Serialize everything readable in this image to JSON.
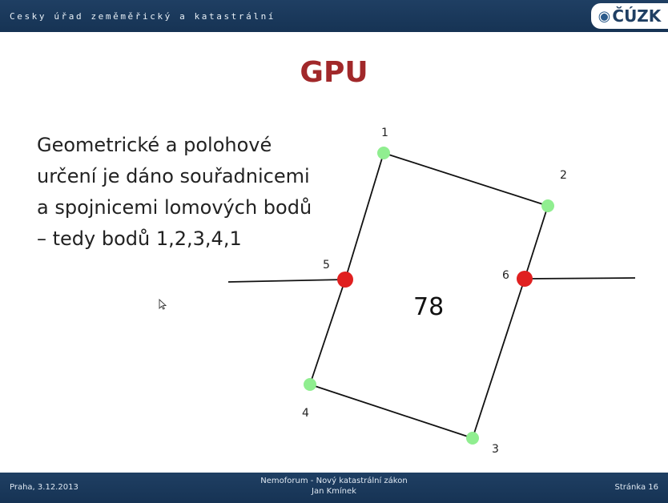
{
  "header": {
    "title": "Cesky úřad zeměměřický a katastrální",
    "logo_text": "ČÚZK",
    "bg_color": "#1f3f63"
  },
  "slide": {
    "title": "GPU",
    "title_color": "#a1282a",
    "body_lines": [
      "Geometrické a polohové",
      "určení je dáno souřadnicemi",
      "a spojnicemi lomových bodů",
      "– tedy bodů 1,2,3,4,1"
    ]
  },
  "diagram": {
    "area_label": "78",
    "points": [
      {
        "label": "1",
        "type": "vertex",
        "color": "#90ee90"
      },
      {
        "label": "2",
        "type": "vertex",
        "color": "#90ee90"
      },
      {
        "label": "3",
        "type": "vertex",
        "color": "#90ee90"
      },
      {
        "label": "4",
        "type": "vertex",
        "color": "#90ee90"
      },
      {
        "label": "5",
        "type": "junction",
        "color": "#e02020"
      },
      {
        "label": "6",
        "type": "junction",
        "color": "#e02020"
      }
    ]
  },
  "footer": {
    "left": "Praha, 3.12.2013",
    "center_line1": "Nemoforum - Nový katastrální zákon",
    "center_line2": "Jan Kmínek",
    "right": "Stránka 16"
  },
  "icons": {
    "cursor": "mouse-pointer-icon"
  }
}
